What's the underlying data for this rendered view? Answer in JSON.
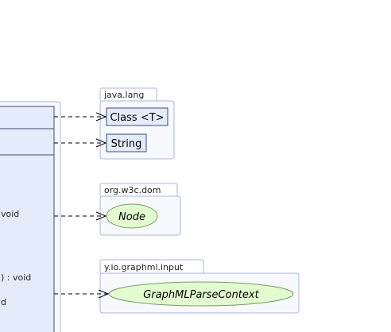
{
  "colors": {
    "package_border": "#a8b8e0",
    "package_fill": "#f8f9fd",
    "class_fill": "#e4ecfc",
    "class_border": "#3d4a7a",
    "interface_fill": "#e2fcd0",
    "interface_border": "#7a9a6a",
    "edge": "#000000"
  },
  "main_class": {
    "members": [
      "void",
      ") : void",
      "d"
    ]
  },
  "packages": [
    {
      "name": "java.lang",
      "classes": [
        "Class <T>",
        "String"
      ]
    },
    {
      "name": "org.w3c.dom",
      "interfaces": [
        "Node"
      ]
    },
    {
      "name": "y.io.graphml.input",
      "interfaces": [
        "GraphMLParseContext"
      ]
    }
  ]
}
